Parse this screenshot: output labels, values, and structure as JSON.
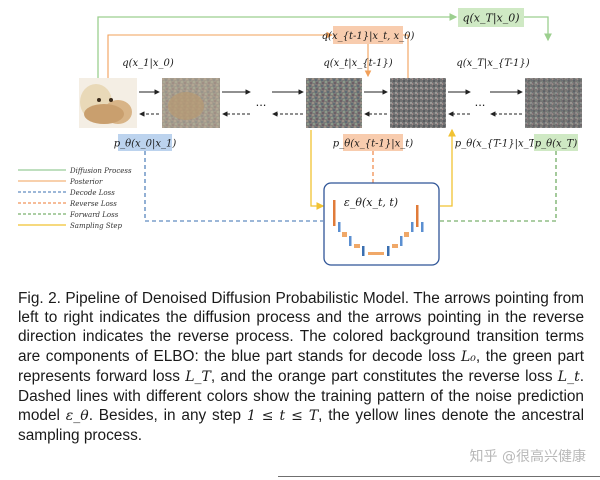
{
  "figure": {
    "top_terms": {
      "posterior": "q(x_{t-1}|x_t, x_0)",
      "forward_marginal": "q(x_T|x_0)"
    },
    "forward_labels": [
      "q(x_1|x_0)",
      "q(x_t|x_{t-1})",
      "q(x_T|x_{T-1})"
    ],
    "reverse_labels": {
      "decode": "p_θ(x_0|x_1)",
      "reverse": "p_θ(x_{t-1}|x_t)",
      "last_step": "p_θ(x_{T-1}|x_T)",
      "prior": "p_θ(x_T)"
    },
    "network_label": "ε_θ(x_t, t)",
    "ellipsis": "...",
    "legend": [
      {
        "label": "Diffusion Process",
        "color": "#7fbf7f",
        "style": "solid"
      },
      {
        "label": "Posterior",
        "color": "#f2a05a",
        "style": "solid"
      },
      {
        "label": "Decode Loss",
        "color": "#3a6fb0",
        "style": "dashed"
      },
      {
        "label": "Reverse Loss",
        "color": "#ee7a32",
        "style": "dashed"
      },
      {
        "label": "Forward Loss",
        "color": "#5a9e4a",
        "style": "dashed"
      },
      {
        "label": "Sampling Step",
        "color": "#f1c232",
        "style": "solid"
      }
    ],
    "colors": {
      "blue_box": "#bcd3ee",
      "orange_box": "#f8ccae",
      "green_box": "#cfe9c4",
      "diffusion_arrow": "#9ccf8f",
      "posterior_arrow": "#f2a05a",
      "decode_dash": "#3a6fb0",
      "reverse_dash": "#ee7a32",
      "forward_dash": "#5a9e4a",
      "sampling": "#f1c232",
      "unet_box_border": "#2f5597"
    }
  },
  "caption": {
    "p1": "Fig. 2. Pipeline of Denoised Diffusion Probabilistic Model. The arrows pointing from left to right indicates the diffusion process and the arrows pointing in the reverse direction indicates the reverse process. The colored background transition terms are components of ELBO: the blue part stands for decode loss ",
    "m1": "L₀",
    "p2": ", the green part represents forward loss ",
    "m2": "L_T",
    "p3": ", and the orange part constitutes the reverse loss ",
    "m3": "L_t",
    "p4": ". Dashed lines with different colors show the training pattern of the noise prediction model ",
    "m4": "ε_θ",
    "p5": ". Besides, in any step ",
    "m5": "1 ≤ t ≤ T",
    "p6": ", the yellow lines denote the ancestral sampling process."
  },
  "watermark": "知乎 @很高兴健康"
}
